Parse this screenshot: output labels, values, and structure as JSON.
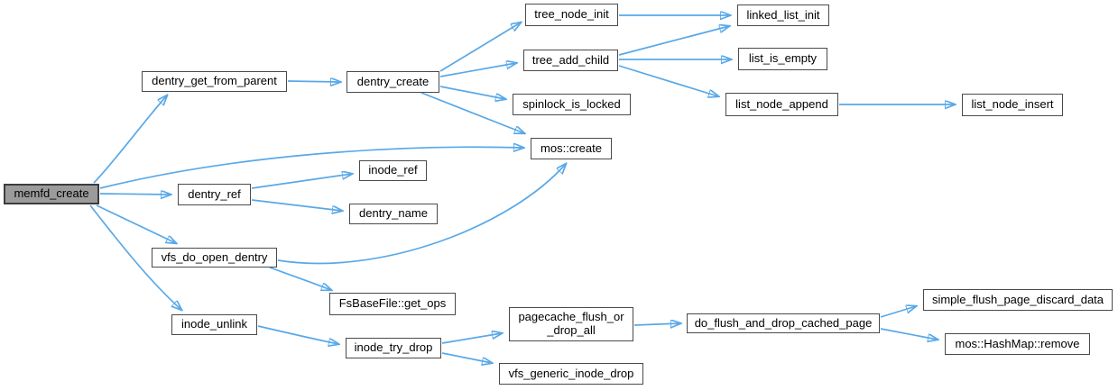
{
  "diagram": {
    "type": "call-graph",
    "root_function": "memfd_create",
    "colors": {
      "background": "#ffffff",
      "edge": "#58a8e8",
      "node_fill": "#ffffff",
      "node_border": "#4a4a4a",
      "current_node_fill": "#9b9b9b",
      "text": "#000000"
    },
    "nodes": [
      {
        "id": "memfd_create",
        "label": "memfd_create",
        "current": true
      },
      {
        "id": "dentry_get_from_parent",
        "label": "dentry_get_from_parent"
      },
      {
        "id": "dentry_create",
        "label": "dentry_create"
      },
      {
        "id": "tree_node_init",
        "label": "tree_node_init"
      },
      {
        "id": "tree_add_child",
        "label": "tree_add_child"
      },
      {
        "id": "spinlock_is_locked",
        "label": "spinlock_is_locked"
      },
      {
        "id": "mos_create",
        "label": "mos::create"
      },
      {
        "id": "linked_list_init",
        "label": "linked_list_init"
      },
      {
        "id": "list_is_empty",
        "label": "list_is_empty"
      },
      {
        "id": "list_node_append",
        "label": "list_node_append"
      },
      {
        "id": "list_node_insert",
        "label": "list_node_insert"
      },
      {
        "id": "inode_ref",
        "label": "inode_ref"
      },
      {
        "id": "dentry_ref",
        "label": "dentry_ref"
      },
      {
        "id": "dentry_name",
        "label": "dentry_name"
      },
      {
        "id": "vfs_do_open_dentry",
        "label": "vfs_do_open_dentry"
      },
      {
        "id": "fsbasefile_get_ops",
        "label": "FsBaseFile::get_ops"
      },
      {
        "id": "inode_unlink",
        "label": "inode_unlink"
      },
      {
        "id": "inode_try_drop",
        "label": "inode_try_drop"
      },
      {
        "id": "pagecache_flush_or_drop_all",
        "label": "pagecache_flush_or\n_drop_all"
      },
      {
        "id": "vfs_generic_inode_drop",
        "label": "vfs_generic_inode_drop"
      },
      {
        "id": "do_flush_and_drop_cached_page",
        "label": "do_flush_and_drop_cached_page"
      },
      {
        "id": "simple_flush_page_discard_data",
        "label": "simple_flush_page_discard_data"
      },
      {
        "id": "mos_hashmap_remove",
        "label": "mos::HashMap::remove"
      }
    ],
    "edges": [
      {
        "from": "memfd_create",
        "to": "dentry_get_from_parent"
      },
      {
        "from": "memfd_create",
        "to": "dentry_ref"
      },
      {
        "from": "memfd_create",
        "to": "mos_create"
      },
      {
        "from": "memfd_create",
        "to": "vfs_do_open_dentry"
      },
      {
        "from": "memfd_create",
        "to": "inode_unlink"
      },
      {
        "from": "dentry_get_from_parent",
        "to": "dentry_create"
      },
      {
        "from": "dentry_create",
        "to": "tree_node_init"
      },
      {
        "from": "dentry_create",
        "to": "tree_add_child"
      },
      {
        "from": "dentry_create",
        "to": "spinlock_is_locked"
      },
      {
        "from": "dentry_create",
        "to": "mos_create"
      },
      {
        "from": "tree_node_init",
        "to": "linked_list_init"
      },
      {
        "from": "tree_add_child",
        "to": "linked_list_init"
      },
      {
        "from": "tree_add_child",
        "to": "list_is_empty"
      },
      {
        "from": "tree_add_child",
        "to": "list_node_append"
      },
      {
        "from": "list_node_append",
        "to": "list_node_insert"
      },
      {
        "from": "dentry_ref",
        "to": "inode_ref"
      },
      {
        "from": "dentry_ref",
        "to": "dentry_name"
      },
      {
        "from": "vfs_do_open_dentry",
        "to": "mos_create"
      },
      {
        "from": "vfs_do_open_dentry",
        "to": "fsbasefile_get_ops"
      },
      {
        "from": "inode_unlink",
        "to": "inode_try_drop"
      },
      {
        "from": "inode_try_drop",
        "to": "pagecache_flush_or_drop_all"
      },
      {
        "from": "inode_try_drop",
        "to": "vfs_generic_inode_drop"
      },
      {
        "from": "pagecache_flush_or_drop_all",
        "to": "do_flush_and_drop_cached_page"
      },
      {
        "from": "do_flush_and_drop_cached_page",
        "to": "simple_flush_page_discard_data"
      },
      {
        "from": "do_flush_and_drop_cached_page",
        "to": "mos_hashmap_remove"
      }
    ]
  }
}
